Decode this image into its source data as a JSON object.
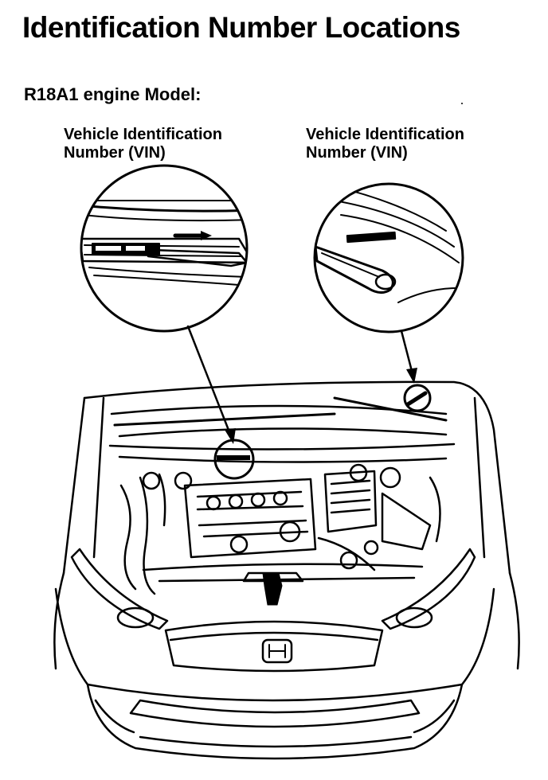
{
  "page": {
    "title": "Identification Number Locations",
    "section_heading": "R18A1 engine Model:"
  },
  "callouts": [
    {
      "line1": "Vehicle Identification",
      "line2": "Number (VIN)"
    },
    {
      "line1": "Vehicle Identification",
      "line2": "Number (VIN)"
    }
  ],
  "figure": {
    "colors": {
      "ink": "#000000",
      "paper": "#ffffff"
    }
  }
}
